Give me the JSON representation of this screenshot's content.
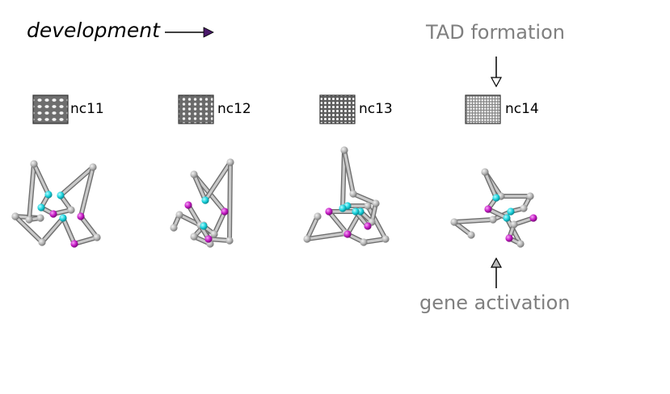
{
  "header": {
    "development_label": "development"
  },
  "annotations": {
    "tad_formation": "TAD formation",
    "gene_activation": "gene activation"
  },
  "stages": [
    {
      "label": "nc11"
    },
    {
      "label": "nc12"
    },
    {
      "label": "nc13"
    },
    {
      "label": "nc14"
    }
  ],
  "colors": {
    "bead": "#b5b5b5",
    "bead_highlight_cyan": "#18d2dc",
    "bead_highlight_magenta": "#c51ac5",
    "arrow_head": "#4b1a6b",
    "annotation_text": "#7f7f7f"
  }
}
